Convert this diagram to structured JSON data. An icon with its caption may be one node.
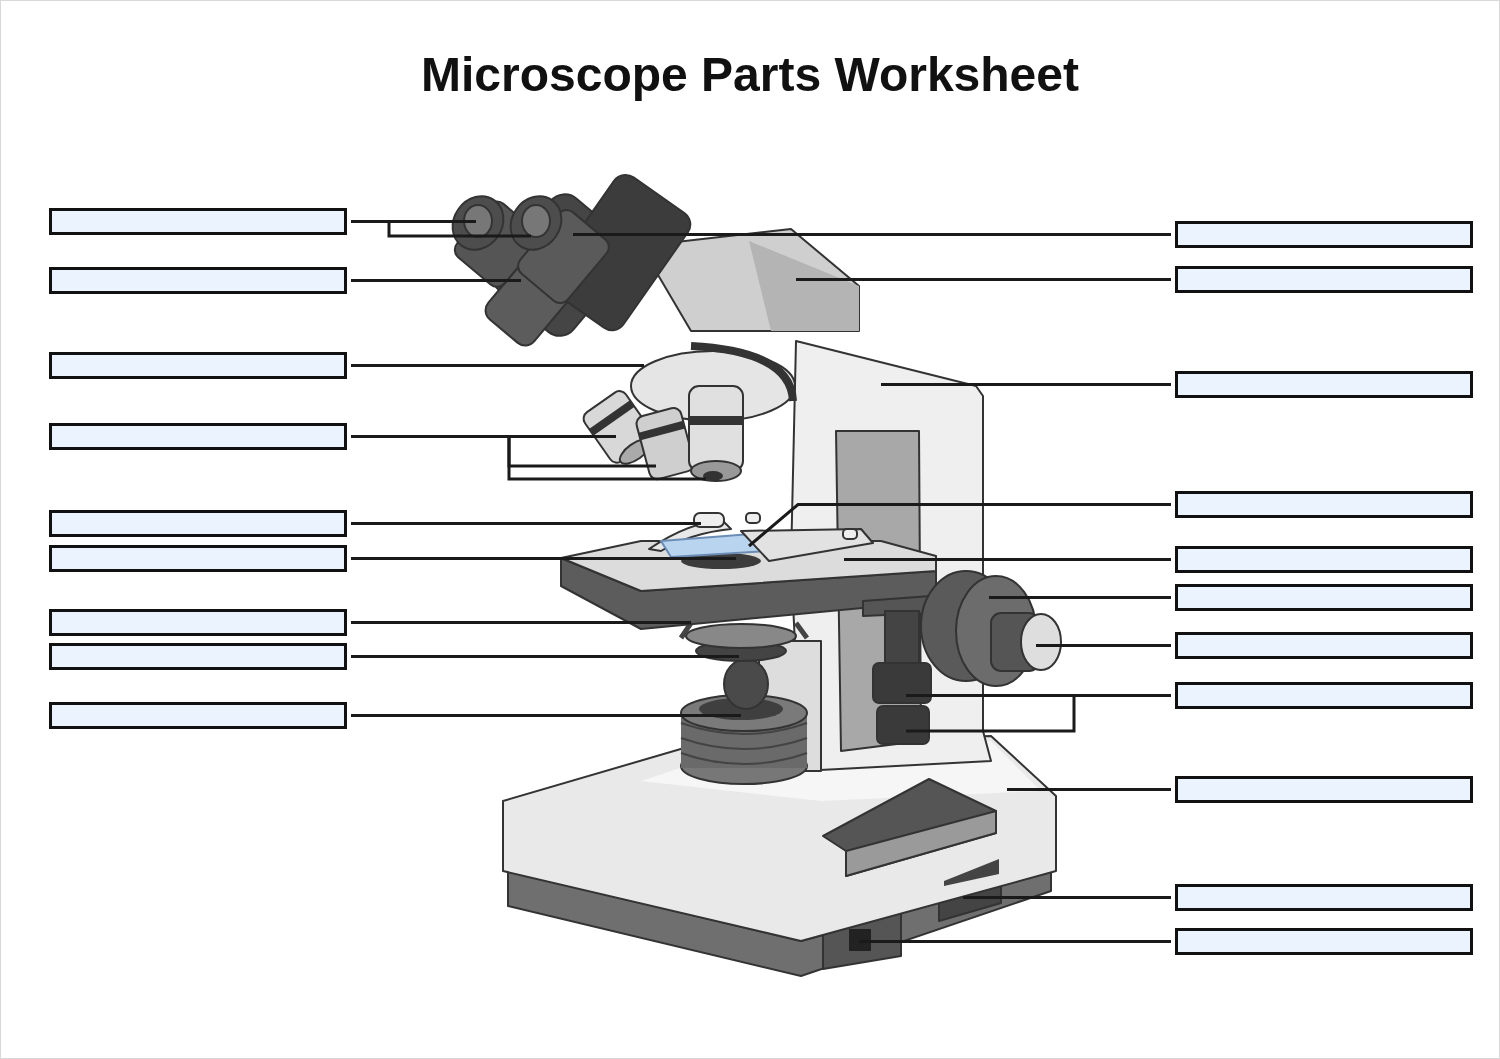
{
  "diagram": {
    "title": "Microscope Parts Worksheet",
    "nodes": [
      {
        "text": [],
        "shape": "box"
      },
      {
        "text": [],
        "shape": "box"
      },
      {
        "text": [],
        "shape": "box"
      },
      {
        "text": [],
        "shape": "box"
      },
      {
        "text": [],
        "shape": "box"
      },
      {
        "text": [],
        "shape": "box"
      },
      {
        "text": [],
        "shape": "box"
      },
      {
        "text": [],
        "shape": "box"
      },
      {
        "text": [],
        "shape": "box"
      },
      {
        "text": [],
        "shape": "box"
      },
      {
        "text": [],
        "shape": "box"
      },
      {
        "text": [],
        "shape": "box"
      },
      {
        "text": [],
        "shape": "box"
      },
      {
        "text": [],
        "shape": "box"
      },
      {
        "text": [],
        "shape": "box"
      },
      {
        "text": [],
        "shape": "box"
      },
      {
        "text": [],
        "shape": "box"
      },
      {
        "text": [],
        "shape": "box"
      },
      {
        "text": [],
        "shape": "box"
      },
      {
        "text": [],
        "shape": "box"
      }
    ],
    "edges": [
      {
        "from": 0,
        "to": null,
        "arrow": "none"
      },
      {
        "from": 0,
        "to": null,
        "arrow": "none"
      },
      {
        "from": 1,
        "to": null,
        "arrow": "none"
      },
      {
        "from": 2,
        "to": null,
        "arrow": "none"
      },
      {
        "from": 3,
        "to": null,
        "arrow": "none"
      },
      {
        "from": 3,
        "to": null,
        "arrow": "none"
      },
      {
        "from": 3,
        "to": null,
        "arrow": "none"
      },
      {
        "from": 4,
        "to": null,
        "arrow": "none"
      },
      {
        "from": 5,
        "to": null,
        "arrow": "none"
      },
      {
        "from": 6,
        "to": null,
        "arrow": "none"
      },
      {
        "from": 7,
        "to": null,
        "arrow": "none"
      },
      {
        "from": 8,
        "to": null,
        "arrow": "none"
      },
      {
        "from": 9,
        "to": null,
        "arrow": "none"
      },
      {
        "from": 10,
        "to": null,
        "arrow": "none"
      },
      {
        "from": 11,
        "to": null,
        "arrow": "none"
      },
      {
        "from": 12,
        "to": null,
        "arrow": "none"
      },
      {
        "from": 13,
        "to": null,
        "arrow": "none"
      },
      {
        "from": 14,
        "to": null,
        "arrow": "none"
      },
      {
        "from": 15,
        "to": null,
        "arrow": "none"
      },
      {
        "from": 16,
        "to": null,
        "arrow": "none"
      },
      {
        "from": 16,
        "to": null,
        "arrow": "none"
      },
      {
        "from": 17,
        "to": null,
        "arrow": "none"
      },
      {
        "from": 18,
        "to": null,
        "arrow": "none"
      },
      {
        "from": 19,
        "to": null,
        "arrow": "none"
      }
    ]
  }
}
